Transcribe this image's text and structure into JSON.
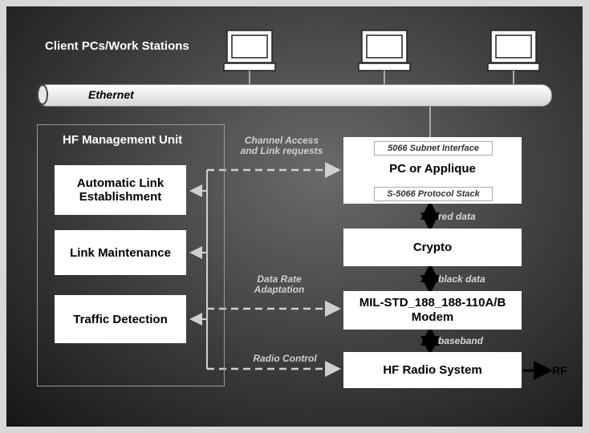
{
  "clients": {
    "title": "Client PCs/Work Stations"
  },
  "ethernet": {
    "label": "Ethernet"
  },
  "hf_management": {
    "title": "HF Management Unit",
    "boxes": [
      "Automatic Link Establishment",
      "Link Maintenance",
      "Traffic Detection"
    ]
  },
  "stack": {
    "pc_top_label": "5066 Subnet Interface",
    "pc_title": "PC or Applique",
    "pc_bottom_label": "S-5066 Protocol Stack",
    "crypto": "Crypto",
    "modem": "MIL-STD_188_188-110A/B Modem",
    "radio": "HF Radio System"
  },
  "links": {
    "channel_access": "Channel Access and Link requests",
    "data_rate": "Data Rate Adaptation",
    "radio_control": "Radio Control",
    "red_data": "red data",
    "black_data": "black data",
    "baseband": "baseband",
    "rf": "RF"
  },
  "colors": {
    "background_dark": "#141414",
    "background_light": "#6a6a6a",
    "box": "#ffffff",
    "line": "#aaaaaa"
  }
}
